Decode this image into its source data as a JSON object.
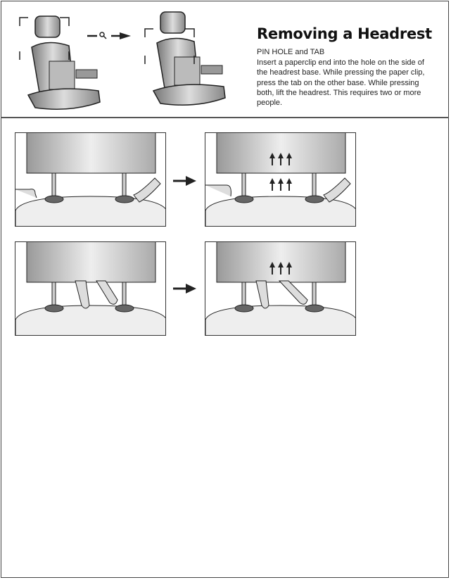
{
  "header": {
    "title": "Removing a Headrest",
    "subtitle": "PIN HOLE and TAB",
    "instructions": "Insert a paperclip end into the hole on the side of the headrest base.  While pressing the paper clip, press the tab on the other base.  While pressing both, lift the headrest.  This requires two or more people."
  },
  "icons": [
    "seat-illustration",
    "magnifier-icon",
    "arrow-right-icon",
    "headrest-step-illustration",
    "up-arrow-icon"
  ]
}
